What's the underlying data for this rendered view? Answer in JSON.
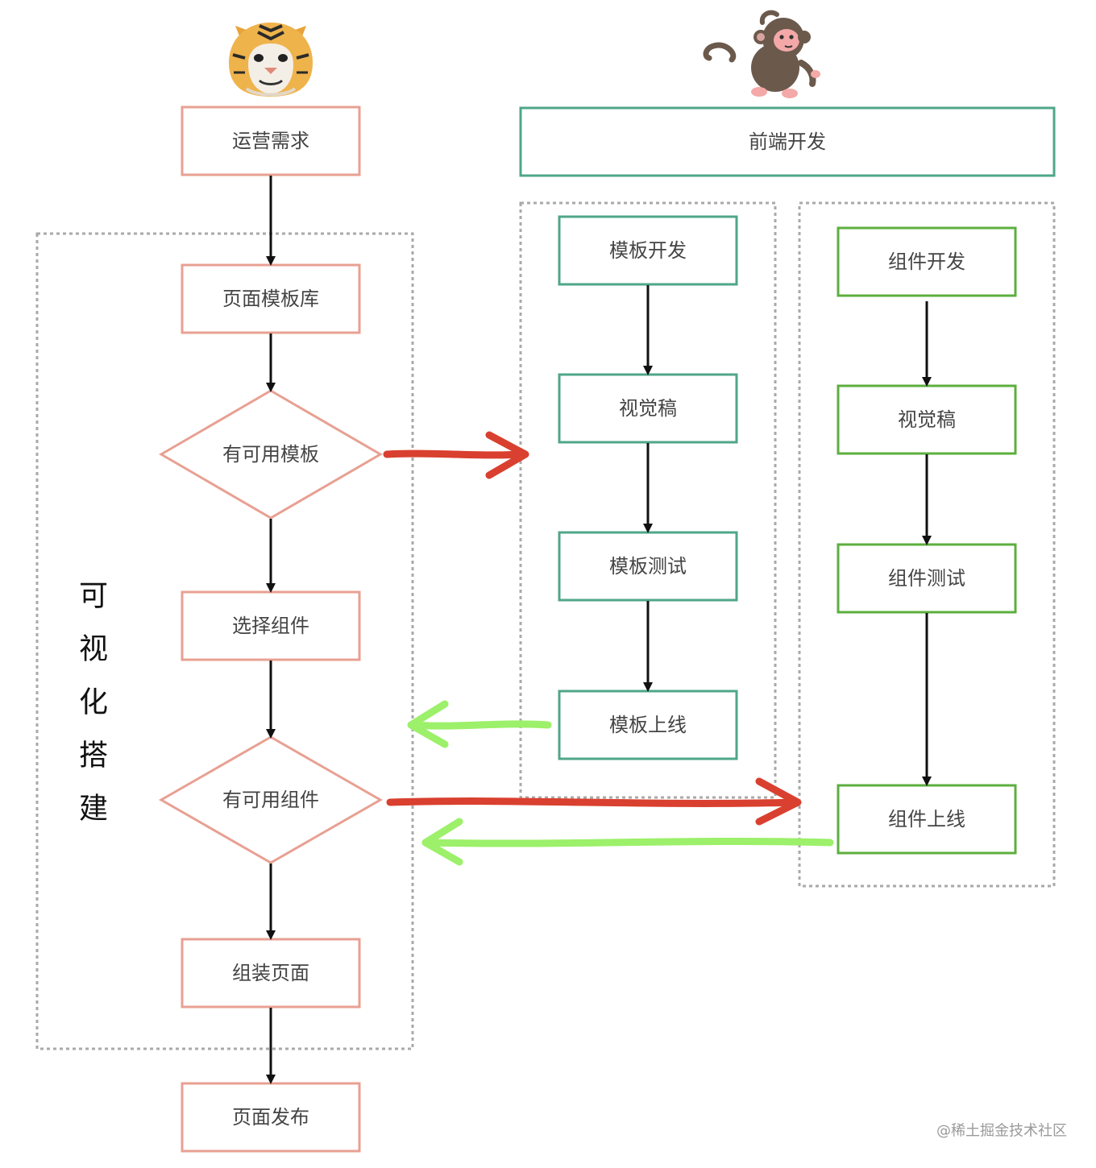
{
  "diagram": {
    "colors": {
      "ops_border": "#E8A092",
      "frontend_border": "#4FA68A",
      "component_border": "#5CAF3E",
      "group_dash": "#A9A9A9",
      "arrow_black": "#111111",
      "arrow_red": "#D9402F",
      "arrow_green": "#9CF06A",
      "text": "#444444"
    },
    "nodes": {
      "ops_demand": "运营需求",
      "template_library": "页面模板库",
      "has_template": "有可用模板",
      "select_component": "选择组件",
      "has_component": "有可用组件",
      "assemble_page": "组装页面",
      "publish_page": "页面发布",
      "frontend_dev": "前端开发",
      "template_dev": "模板开发",
      "template_visual": "视觉稿",
      "template_test": "模板测试",
      "template_online": "模板上线",
      "component_dev": "组件开发",
      "component_visual": "视觉稿",
      "component_test": "组件测试",
      "component_online": "组件上线"
    },
    "groups": {
      "visual_builder_chars": [
        "可",
        "视",
        "化",
        "搭",
        "建"
      ]
    },
    "icons": {
      "ops_role": "tiger-icon",
      "frontend_role": "monkey-icon"
    },
    "watermark": "@稀土掘金技术社区"
  }
}
